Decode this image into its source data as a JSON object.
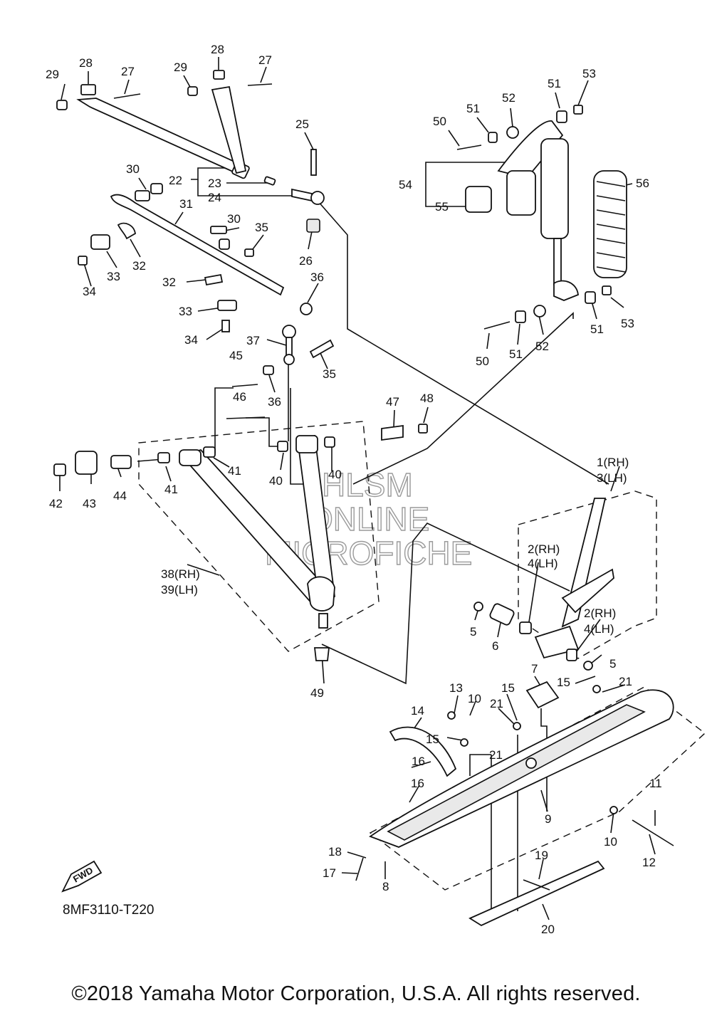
{
  "labels": {
    "p1rh": "1(RH)",
    "p3lh": "3(LH)",
    "p2rh_a": "2(RH)",
    "p4lh_a": "4(LH)",
    "p2rh_b": "2(RH)",
    "p4lh_b": "4(LH)",
    "p5a": "5",
    "p5b": "5",
    "p6": "6",
    "p7": "7",
    "p8": "8",
    "p9": "9",
    "p10a": "10",
    "p10b": "10",
    "p11": "11",
    "p12": "12",
    "p13": "13",
    "p14": "14",
    "p15a": "15",
    "p15b": "15",
    "p15c": "15",
    "p16a": "16",
    "p16b": "16",
    "p17": "17",
    "p18": "18",
    "p19": "19",
    "p20": "20",
    "p21a": "21",
    "p21b": "21",
    "p21c": "21",
    "p22": "22",
    "p23": "23",
    "p24": "24",
    "p25": "25",
    "p26": "26",
    "p27a": "27",
    "p27b": "27",
    "p28a": "28",
    "p28b": "28",
    "p29a": "29",
    "p29b": "29",
    "p30a": "30",
    "p30b": "30",
    "p31": "31",
    "p32a": "32",
    "p32b": "32",
    "p33a": "33",
    "p33b": "33",
    "p34a": "34",
    "p34b": "34",
    "p35a": "35",
    "p35b": "35",
    "p36a": "36",
    "p36b": "36",
    "p37": "37",
    "p38rh": "38(RH)",
    "p39lh": "39(LH)",
    "p40a": "40",
    "p40b": "40",
    "p41a": "41",
    "p41b": "41",
    "p42": "42",
    "p43": "43",
    "p44": "44",
    "p45": "45",
    "p46": "46",
    "p47": "47",
    "p48": "48",
    "p49": "49",
    "p50a": "50",
    "p50b": "50",
    "p51a": "51",
    "p51b": "51",
    "p51c": "51",
    "p51d": "51",
    "p52a": "52",
    "p52b": "52",
    "p53a": "53",
    "p53b": "53",
    "p54": "54",
    "p55": "55",
    "p56": "56"
  },
  "watermark": {
    "line1": "HLSM",
    "line2": "ONLINE",
    "line3": "MICROFICHE"
  },
  "fwd_badge": "FWD",
  "diagram_code": "8MF3110-T220",
  "copyright": "©2018 Yamaha Motor Corporation, U.S.A. All rights reserved."
}
